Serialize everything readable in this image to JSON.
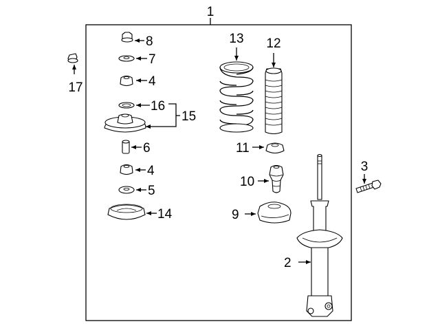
{
  "callouts": {
    "c1": "1",
    "c2": "2",
    "c3": "3",
    "c4a": "4",
    "c4b": "4",
    "c5": "5",
    "c6": "6",
    "c7": "7",
    "c8": "8",
    "c9": "9",
    "c10": "10",
    "c11": "11",
    "c12": "12",
    "c13": "13",
    "c14": "14",
    "c15": "15",
    "c16": "16",
    "c17": "17"
  },
  "parts": [
    {
      "callout": "1",
      "icon": "suspension-assembly-frame"
    },
    {
      "callout": "2",
      "icon": "strut-icon"
    },
    {
      "callout": "3",
      "icon": "bolt-icon"
    },
    {
      "callout": "4",
      "icon": "bushing-icon"
    },
    {
      "callout": "5",
      "icon": "washer-icon"
    },
    {
      "callout": "6",
      "icon": "collar-icon"
    },
    {
      "callout": "7",
      "icon": "washer-icon"
    },
    {
      "callout": "8",
      "icon": "nut-icon"
    },
    {
      "callout": "9",
      "icon": "spring-seat-icon"
    },
    {
      "callout": "10",
      "icon": "bump-stop-icon"
    },
    {
      "callout": "11",
      "icon": "mount-icon"
    },
    {
      "callout": "12",
      "icon": "dust-boot-icon"
    },
    {
      "callout": "13",
      "icon": "coil-spring-icon"
    },
    {
      "callout": "14",
      "icon": "spring-insulator-icon"
    },
    {
      "callout": "15",
      "icon": "strut-mount-icon"
    },
    {
      "callout": "16",
      "icon": "mount-washer-icon"
    },
    {
      "callout": "17",
      "icon": "nut-icon"
    }
  ]
}
